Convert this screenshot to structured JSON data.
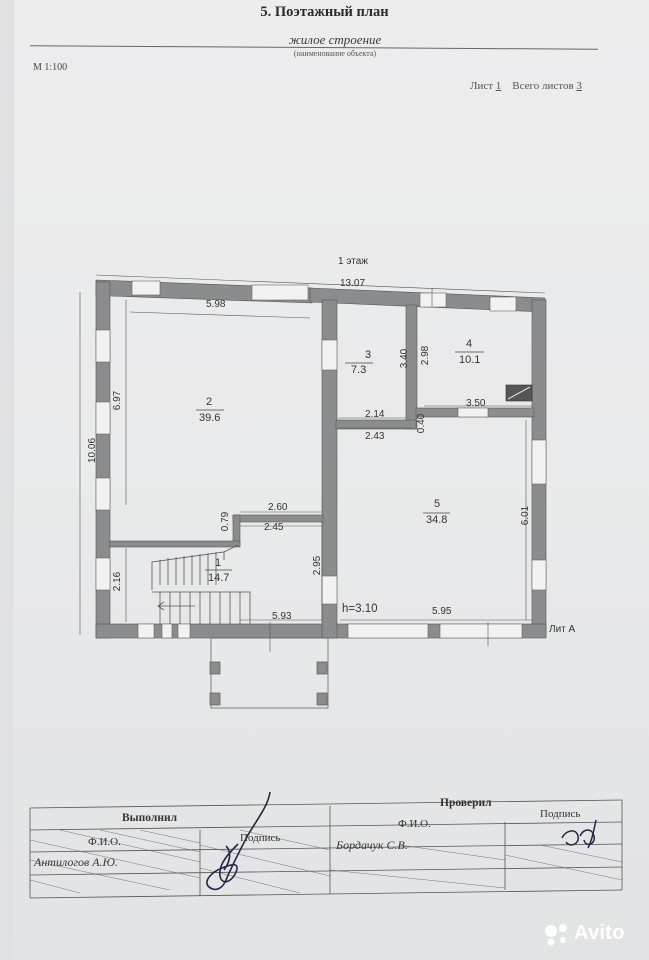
{
  "header": {
    "title": "5. Поэтажный план",
    "subtitle": "жилое строение",
    "subtitle_note": "(наименование объекта)",
    "scale": "М 1:100",
    "sheet_label": "Лист",
    "sheet_number": "1",
    "total_label": "Всего листов",
    "total_number": "3"
  },
  "plan": {
    "floor_label": "1 этаж",
    "height_label": "h=3.10",
    "liter_label": "Лит А",
    "dimensions": {
      "top_total": "13.07",
      "room2_top": "5.98",
      "room2_side": "6.97",
      "left_total": "10.06",
      "room3_side": "3.40",
      "room4_side": "2.98",
      "room4_bottom": "3.50",
      "room3_bottom": "2.14",
      "corridor_width": "2.43",
      "partition": "0.40",
      "room1_top_outer": "2.60",
      "room1_top_inner": "2.45",
      "room1_notch": "0.79",
      "room1_left": "2.16",
      "room1_right": "2.95",
      "room1_bottom": "5.93",
      "room5_bottom": "5.95",
      "room5_side": "6.01"
    },
    "rooms": [
      {
        "number": "1",
        "area": "14.7"
      },
      {
        "number": "2",
        "area": "39.6"
      },
      {
        "number": "3",
        "area": "7.3"
      },
      {
        "number": "4",
        "area": "10.1"
      },
      {
        "number": "5",
        "area": "34.8"
      }
    ]
  },
  "signatures": {
    "performed_label": "Выполнил",
    "checked_label": "Проверил",
    "fio_label": "Ф.И.О.",
    "sign_label": "Подпись",
    "performer_name": "Антилогов А.Ю.",
    "checker_name": "Бордачук С.В."
  },
  "watermark": {
    "brand": "Avito"
  }
}
